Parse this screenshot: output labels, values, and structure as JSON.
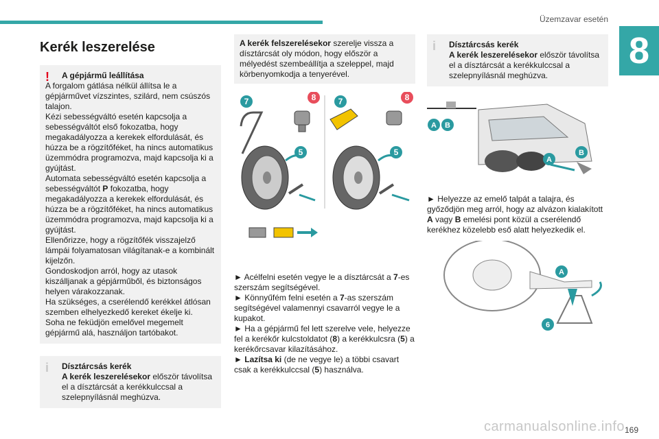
{
  "header": {
    "section_title": "Üzemzavar esetén",
    "chapter_number": "8"
  },
  "col1": {
    "page_title": "Kerék leszerelése",
    "warning": {
      "icon": "exclamation-icon",
      "title": "A gépjármű leállítása",
      "lines": [
        "A forgalom gátlása nélkül állítsa le a gépjárművet vízszintes, szilárd, nem csúszós talajon.",
        "Kézi sebességváltó esetén kapcsolja a sebességváltót első fokozatba, hogy megakadályozza a kerekek elfordulását, és húzza be a rögzítőféket, ha nincs automatikus üzemmódra programozva, majd kapcsolja ki a gyújtást.",
        "Automata sebességváltó esetén kapcsolja a sebességváltót P fokozatba, hogy megakadályozza a kerekek elfordulását, és húzza be a rögzítőféket, ha nincs automatikus üzemmódra programozva, majd kapcsolja ki a gyújtást.",
        "Ellenőrizze, hogy a rögzítőfék visszajelző lámpái folyamatosan világítanak-e a kombinált kijelzőn.",
        "Gondoskodjon arról, hogy az utasok kiszálljanak a gépjárműből, és biztonságos helyen várakozzanak.",
        "Ha szükséges, a cserélendő kerékkel átlósan szemben elhelyezkedő kereket ékelje ki.",
        "Soha ne feküdjön emelővel megemelt gépjármű alá, használjon tartóbakot."
      ]
    },
    "info": {
      "icon": "info-icon",
      "title": "Dísztárcsás kerék",
      "bold_lead": "A kerék leszerelésekor",
      "rest": " először távolítsa el a dísztárcsát a kerékkulccsal a szelepnyílásnál meghúzva."
    }
  },
  "col2": {
    "intro_bold": "A kerék felszerelésekor",
    "intro_rest": " szerelje vissza a dísztárcsát oly módon, hogy először a mélyedést szembeállítja a szeleppel, majd körbenyomkodja a tenyerével.",
    "figure": {
      "labels": [
        "7",
        "8",
        "7",
        "8",
        "5",
        "5"
      ]
    },
    "steps": [
      {
        "arrow": "►",
        "pre": " Acélfelni esetén vegye le a dísztárcsát a ",
        "bold": "7",
        "post": "-es szerszám segítségével."
      },
      {
        "arrow": "►",
        "pre": " Könnyűfém felni esetén a ",
        "bold": "7",
        "post": "-as szerszám segítségével valamennyi csavarról vegye le a kupakot."
      },
      {
        "arrow": "►",
        "pre": " Ha a gépjármű fel lett szerelve vele, helyezze fel a kerékőr kulcstoldatot (",
        "bold": "8",
        "post": ") a kerékkulcsra (",
        "bold2": "5",
        "post2": ") a kerékőrcsavar kilazításához."
      },
      {
        "arrow": "►",
        "bold_lead": "Lazítsa ki",
        "pre": " (de ne vegye le) a többi csavart csak a kerékkulccsal (",
        "bold": "5",
        "post": ") használva."
      }
    ]
  },
  "col3": {
    "info": {
      "icon": "info-icon",
      "title": "Dísztárcsás kerék",
      "bold_lead": "A kerék leszerelésekor",
      "rest": " először távolítsa el a dísztárcsát a kerékkulccsal a szelepnyílásnál meghúzva."
    },
    "figure1": {
      "labels": [
        "A",
        "B",
        "A",
        "B"
      ]
    },
    "step": {
      "arrow": "►",
      "pre": " Helyezze az emelő talpát a talajra, és győződjön meg arról, hogy az alvázon kialakított ",
      "bold1": "A",
      "mid": " vagy ",
      "bold2": "B",
      "post": " emelési pont közül a cserélendő kerékhez közelebb eső alatt helyezkedik el."
    },
    "figure2": {
      "labels": [
        "A",
        "6"
      ]
    }
  },
  "footer": {
    "page_number": "169",
    "watermark": "carmanualsonline.info"
  },
  "colors": {
    "teal": "#34a7a7",
    "warning_red": "#e2001a",
    "label_teal": "#2a9aa0",
    "box_gray": "#f1f1f1"
  }
}
